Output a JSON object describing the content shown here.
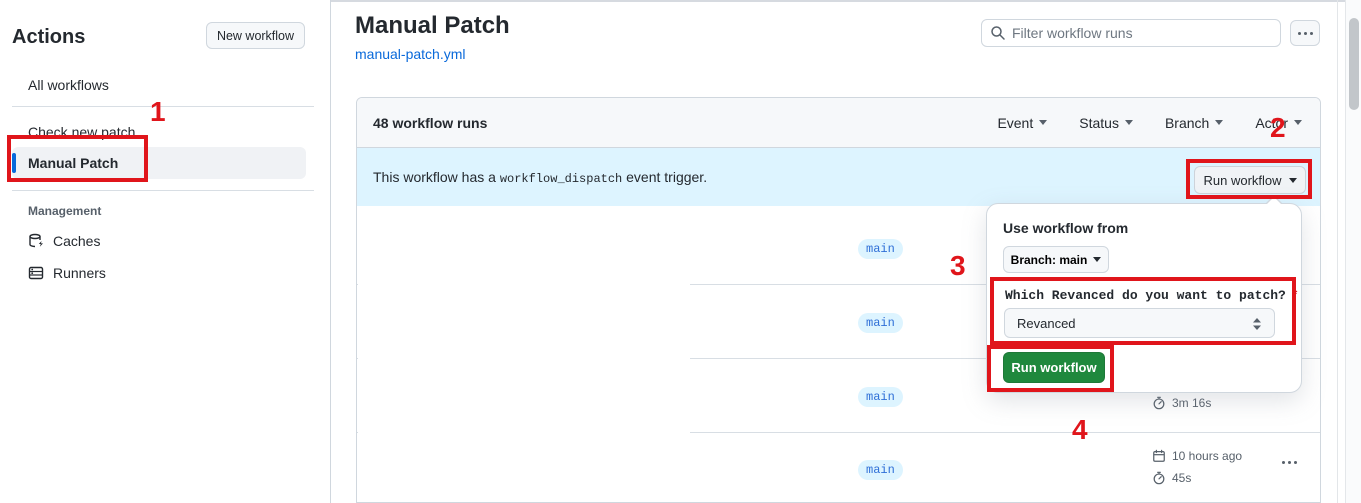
{
  "annotations": {
    "step1": "1",
    "step2": "2",
    "step3": "3",
    "step4": "4"
  },
  "colors": {
    "annotation_red": "#e0151b",
    "accent_blue": "#0969da",
    "banner_blue": "#ddf4ff",
    "button_green": "#1f883d",
    "selected_bar_blue": "#0969da",
    "top_orange_bar": "#f4745a"
  },
  "icons": {
    "search": "magnifier",
    "kebab": "horizontal-dots",
    "caret_down": "triangle-down",
    "select_updown": "chevrons-up-down",
    "caches": "database-with-bolt",
    "runners": "server-rack",
    "calendar": "calendar",
    "stopwatch": "stopwatch"
  },
  "sidebar": {
    "title": "Actions",
    "new_workflow_button": "New workflow",
    "items": [
      {
        "label": "All workflows"
      },
      {
        "label": "Check new patch"
      },
      {
        "label": "Manual Patch"
      }
    ],
    "management": {
      "label": "Management",
      "items": [
        {
          "label": "Caches"
        },
        {
          "label": "Runners"
        }
      ]
    }
  },
  "header": {
    "title": "Manual Patch",
    "file_link": "manual-patch.yml",
    "filter_placeholder": "Filter workflow runs"
  },
  "runs_table": {
    "count_label": "48 workflow runs",
    "filters": [
      {
        "label": "Event"
      },
      {
        "label": "Status"
      },
      {
        "label": "Branch"
      },
      {
        "label": "Actor"
      }
    ],
    "banner": {
      "text_before": "This workflow has a ",
      "code": "workflow_dispatch",
      "text_after": " event trigger.",
      "run_workflow_button": "Run workflow"
    },
    "rows": [
      {
        "branch": "main"
      },
      {
        "branch": "main"
      },
      {
        "branch": "main",
        "duration": "3m 16s"
      },
      {
        "branch": "main",
        "time": "10 hours ago",
        "duration": "45s"
      }
    ]
  },
  "run_dialog": {
    "use_workflow_from": "Use workflow from",
    "branch_selector": "Branch: main",
    "input_label": "Which Revanced do you want to patch?",
    "required_marker": "*",
    "select_value": "Revanced",
    "submit_button": "Run workflow"
  }
}
